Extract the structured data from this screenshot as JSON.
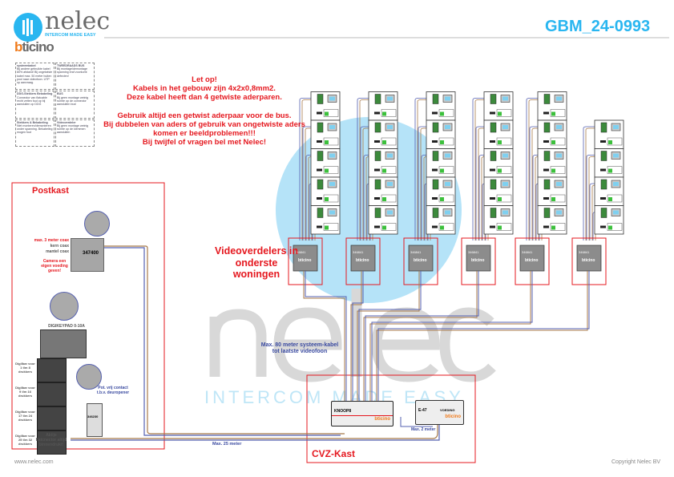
{
  "header": {
    "brand": "nelec",
    "tagline": "INTERCOM MADE EASY",
    "partner": "bticino",
    "document_id": "GBM_24-0993"
  },
  "legend": {
    "cells": [
      {
        "title": "systeemkabel",
        "text": "Bij andere gebruikte kabel 80% afstand! Bij ongetwiste kabel max. 50 meter buiten pool naar videofoon. UTP op aanvraag."
      },
      {
        "title": "TWEEDRAADS BUS",
        "text": "Bij montage/demontage spanning eraf voorkomt defecten!"
      },
      {
        "title": "DDG-Stekkers  Bekabeling",
        "text": "Connector van flatcable recht zetten fout op bij aansluiten op DDG"
      },
      {
        "title": "BUS",
        "text": "Bij geen montage weinig ruimte op de connector aansluiten bus!"
      },
      {
        "title": "Stekkers & Bekabeling",
        "text": "Niet monteren/demonteren onder spanning. Bekabeling mogen fout"
      },
      {
        "title": "Videoverdeler",
        "text": "Bij geen montage weinig ruimte op de klemmen aansluiten"
      }
    ]
  },
  "warning": [
    "Let op!",
    "Kabels in het gebouw zijn 4x2x0,8mm2.",
    "Deze kabel heeft dan 4 getwiste aderparen.",
    "",
    "Gebruik altijd een getwist aderpaar voor de bus.",
    "Bij dubbelen van aders of gebruik van ongetwiste aders",
    "komen er beeldproblemen!!!",
    "Bij twijfel of vragen bel met Nelec!"
  ],
  "postkast": {
    "label": "Postkast",
    "panel_code": "347400",
    "coax_note": "max. 3 meter coax",
    "coax_lines": [
      "kern coax",
      "mantel coax"
    ],
    "camera_note": "Camera een eigen voeding geven!",
    "display_module": "DIGIKEYPAD 0-10A",
    "button_modules": [
      "Digilbar voor 1 t/m 8 drukkers",
      "Digilbar voor 9 t/m 16 drukkers",
      "Digilbar voor 17 t/m 24 drukkers",
      "Digilbar voor 25 t/m 32 drukkers"
    ],
    "end_note": "Aktije flatcnector altijd binnendrukt!",
    "relay_code": "346230",
    "relay_note": "Pot. vrij contact t.b.v. deuropener"
  },
  "distributors": {
    "label": "Videoverdelers in onderste woningen",
    "code": "346841",
    "brand": "bticino",
    "columns": [
      {
        "apartments": 5
      },
      {
        "apartments": 5
      },
      {
        "apartments": 5
      },
      {
        "apartments": 5
      },
      {
        "apartments": 5
      },
      {
        "apartments": 4
      }
    ]
  },
  "cables": {
    "system_note": "Max. 80 meter systeem-kabel tot laatste videofoon",
    "bottom_note": "Max. 25 meter",
    "cvz_note": "Max. 2 meter"
  },
  "cvz": {
    "label": "CVZ-Kast",
    "router": {
      "name": "KNOOP8",
      "brand": "bticino"
    },
    "power": {
      "name": "E-47",
      "sub": "VOEDING",
      "brand": "bticino"
    }
  },
  "watermark": {
    "word": "nelec",
    "tagline": "INTERCOM MADE EASY"
  },
  "footer": {
    "website": "www.nelec.com",
    "copyright": "Copyright Nelec BV"
  },
  "colors": {
    "accent": "#29b6f0",
    "red": "#e5181f",
    "bus_blue": "#5560b0",
    "bus_brown": "#a87a4a",
    "device_grey": "#8c8c8c"
  }
}
